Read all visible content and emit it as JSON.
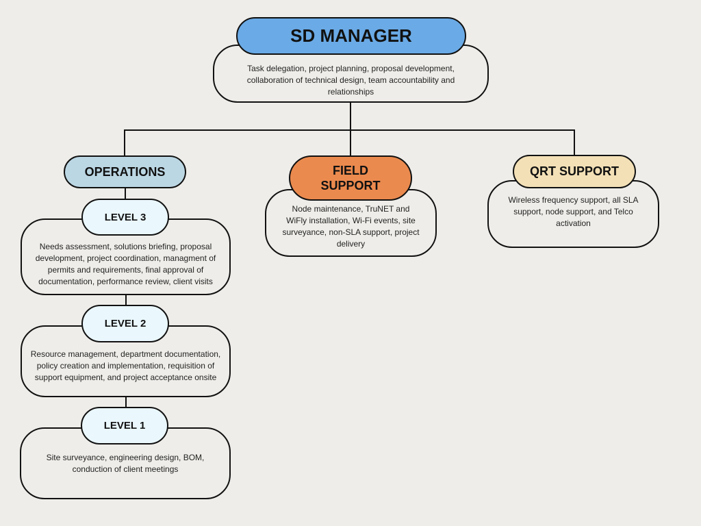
{
  "colors": {
    "background": "#eeede9",
    "manager": "#6aaae6",
    "operations": "#bcd7e4",
    "field_support": "#eb8a4e",
    "qrt_support": "#f3e0b6",
    "level": "#eaf7fd"
  },
  "manager": {
    "title": "SD MANAGER",
    "description": "Task delegation, project planning, proposal development, collaboration of technical design, team accountability and relationships"
  },
  "operations": {
    "title": "OPERATIONS",
    "levels": [
      {
        "title": "LEVEL 3",
        "description": "Needs assessment, solutions briefing, proposal development, project coordination, managment of permits and requirements, final approval of documentation, performance review, client visits"
      },
      {
        "title": "LEVEL 2",
        "description": "Resource management, department documentation, policy creation and implementation, requisition of support equipment, and project acceptance onsite"
      },
      {
        "title": "LEVEL 1",
        "description": "Site surveyance, engineering design, BOM, conduction of client meetings"
      }
    ]
  },
  "field_support": {
    "title_line1": "FIELD",
    "title_line2": "SUPPORT",
    "description": "Node maintenance, TruNET and WiFly installation, Wi-Fi events, site surveyance, non-SLA support, project delivery"
  },
  "qrt_support": {
    "title": "QRT SUPPORT",
    "description": "Wireless frequency support, all SLA support, node support, and Telco activation"
  }
}
